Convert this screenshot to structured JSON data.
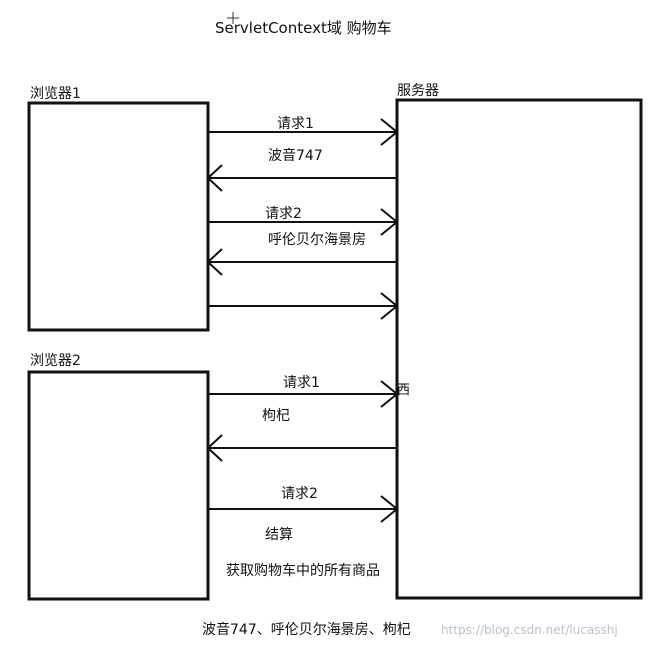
{
  "title": "ServletContext域 购物车",
  "boxes": {
    "browser1": "浏览器1",
    "browser2": "浏览器2",
    "server": "服务器"
  },
  "browser1_messages": {
    "request1": "请求1",
    "response1": "波音747",
    "request2": "请求2",
    "response2": "呼伦贝尔海景房"
  },
  "browser2_messages": {
    "request1": "请求1",
    "response1": "枸杞",
    "request2": "请求2",
    "checkout": "结算",
    "fetch_all": "获取购物车中的所有商品"
  },
  "server_stray_char": "西",
  "result_text": "波音747、呼伦贝尔海景房、枸杞",
  "watermark": "https://blog.csdn.net/lucasshj",
  "colors": {
    "line": "#111111",
    "background": "#ffffff",
    "watermark": "#b8c1cc"
  }
}
